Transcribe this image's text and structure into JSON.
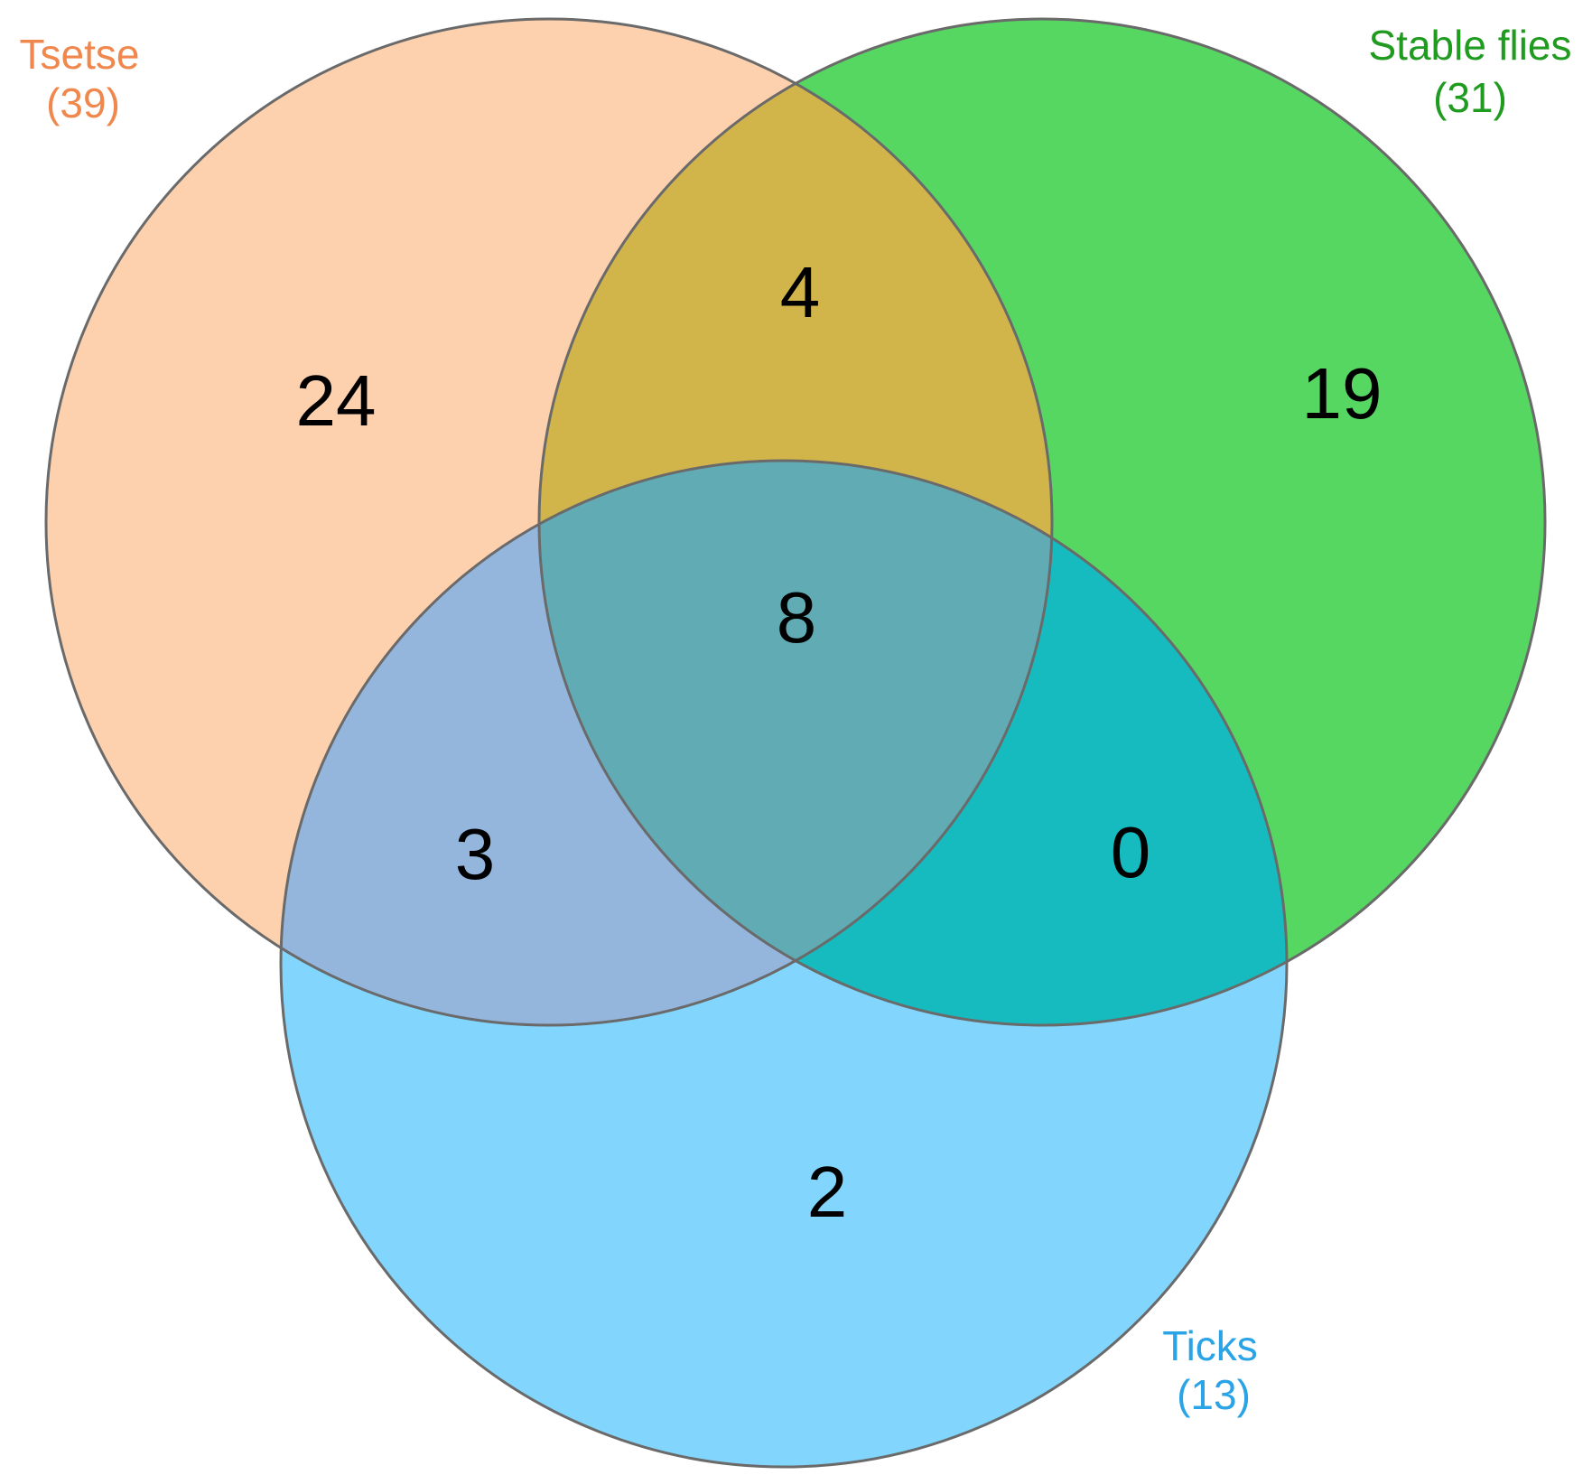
{
  "sets": [
    {
      "id": "tsetse",
      "name": "Tsetse",
      "total": "(39)",
      "label_color": "#f0884e"
    },
    {
      "id": "stable",
      "name": "Stable flies",
      "total": "(31)",
      "label_color": "#1f9b1f"
    },
    {
      "id": "ticks",
      "name": "Ticks",
      "total": "(13)",
      "label_color": "#2aa4e6"
    }
  ],
  "regions": {
    "tsetse_only": "24",
    "stable_only": "19",
    "ticks_only": "2",
    "tsetse_stable": "4",
    "tsetse_ticks": "3",
    "stable_ticks": "0",
    "all_three": "8"
  },
  "colors": {
    "tsetse_only": "#fdd0ae",
    "stable_only": "#56d762",
    "ticks_only": "#82d6fe",
    "tsetse_stable": "#d1b54b",
    "tsetse_ticks": "#94b6dc",
    "stable_ticks": "#16bbbf",
    "all_three": "#61abb5",
    "outline": "#6a6a6a"
  }
}
